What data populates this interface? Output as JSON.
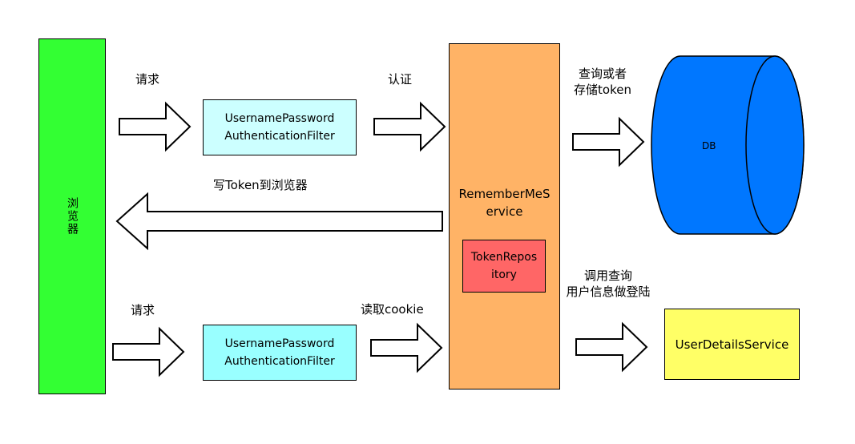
{
  "colors": {
    "browser": "#33ff33",
    "filter": "#ccffff",
    "filter2": "#99ffff",
    "service": "#ffb366",
    "repo": "#ff6666",
    "db": "#0077ff",
    "userdetails": "#ffff66"
  },
  "nodes": {
    "browser": "浏览器",
    "filter_top": "UsernamePassword\nAuthenticationFilter",
    "filter_bottom": "UsernamePassword\nAuthenticationFilter",
    "remember_me_service": "RememberMeS\nervice",
    "token_repository": "TokenRepos\nitory",
    "db": "DB",
    "user_details_service": "UserDetailsService"
  },
  "edge_labels": {
    "request_top": "请求",
    "authenticate": "认证",
    "query_or_store": "查询或者\n存储token",
    "write_token": "写Token到浏览器",
    "request_bottom": "请求",
    "read_cookie": "读取cookie",
    "call_query": "调用查询\n用户信息做登陆"
  }
}
